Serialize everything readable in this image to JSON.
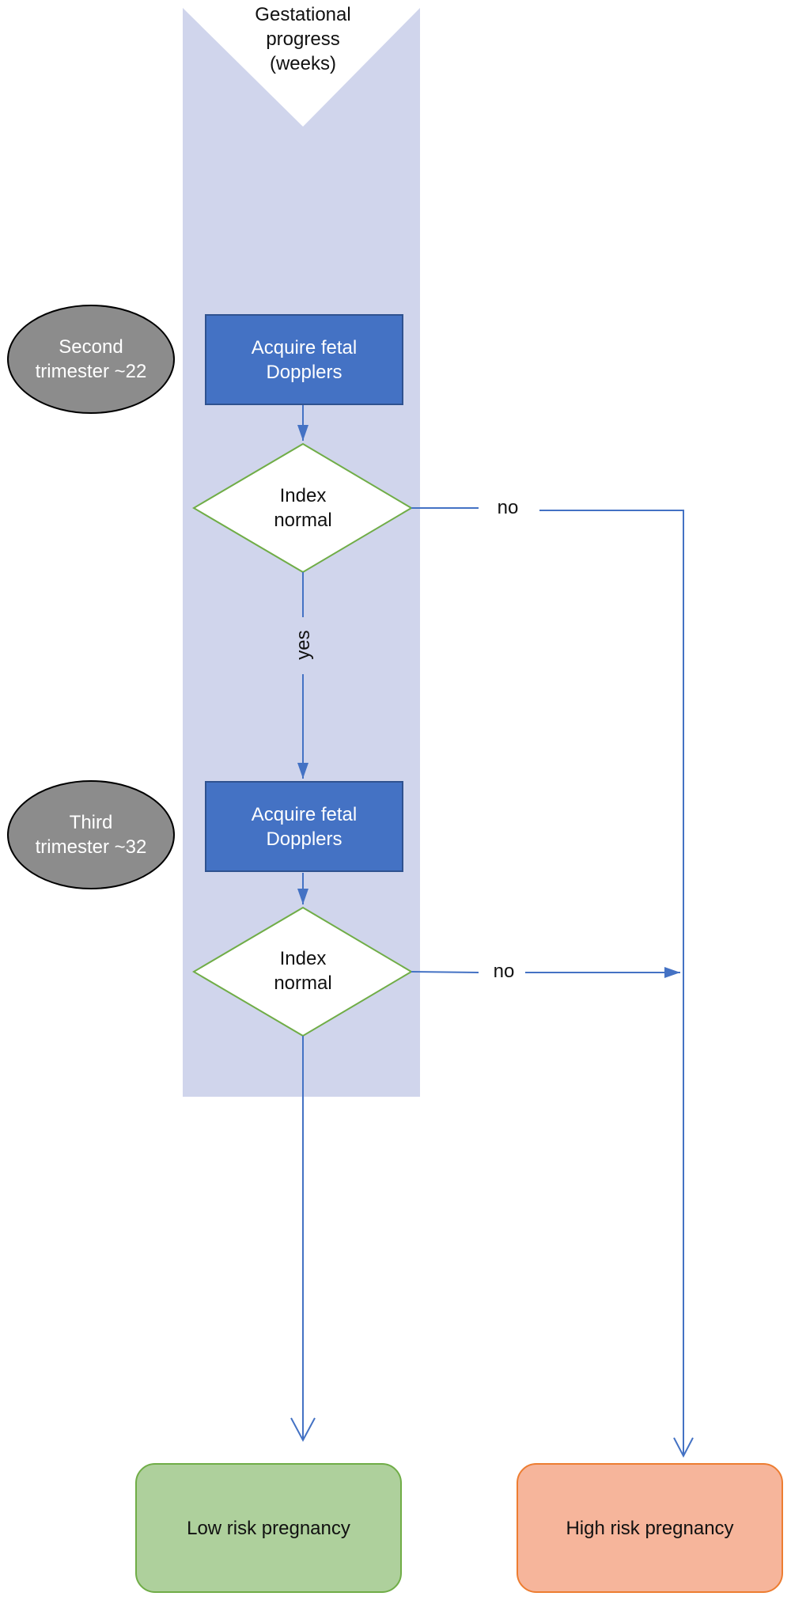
{
  "timeline_label": "Gestational\nprogress\n(weeks)",
  "stages": [
    {
      "label": "Second\ntrimester ~22"
    },
    {
      "label": "Third\ntrimester ~32"
    }
  ],
  "steps": [
    {
      "label": "Acquire fetal\nDopplers"
    },
    {
      "label": "Acquire fetal\nDopplers"
    }
  ],
  "decisions": [
    {
      "label": "Index\nnormal",
      "no_label": "no",
      "yes_label": "yes"
    },
    {
      "label": "Index\nnormal",
      "no_label": "no"
    }
  ],
  "outcomes": [
    {
      "label": "Low risk pregnancy"
    },
    {
      "label": "High risk pregnancy"
    }
  ],
  "colors": {
    "timeline_band": "#d0d5ec",
    "step_fill": "#4472c4",
    "step_border": "#2f528f",
    "stage_fill": "#8c8c8c",
    "decision_border": "#70ad47",
    "arrow": "#4472c4",
    "low_risk_fill": "#aed09c",
    "low_risk_border": "#70ad47",
    "high_risk_fill": "#f6b59b",
    "high_risk_border": "#ed7d31"
  }
}
